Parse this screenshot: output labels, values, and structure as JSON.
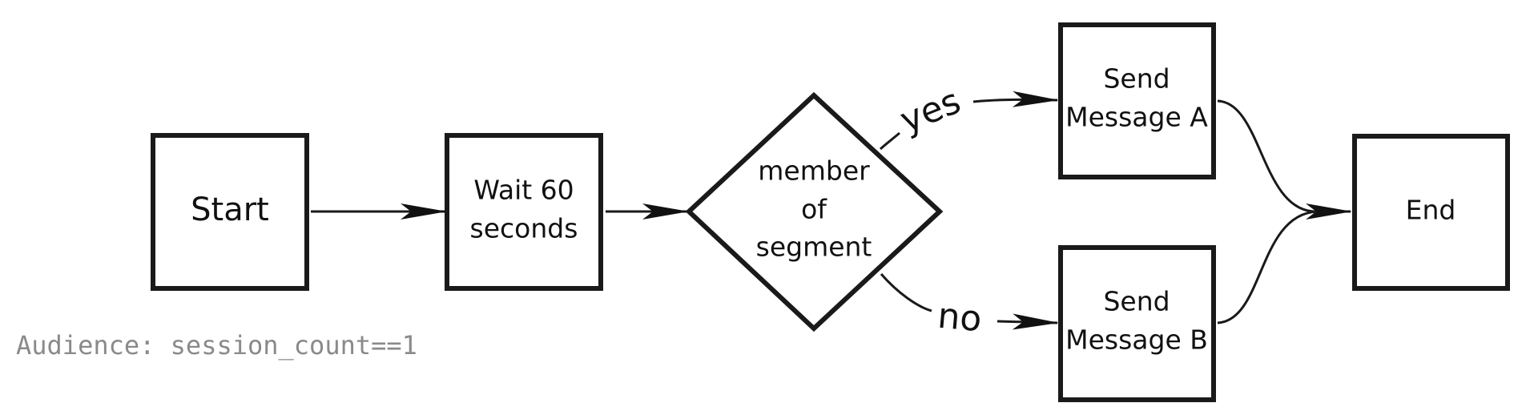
{
  "nodes": {
    "start": "Start",
    "wait_line1": "Wait 60",
    "wait_line2": "seconds",
    "decision_line1": "member",
    "decision_line2": "of",
    "decision_line3": "segment",
    "send_a_line1": "Send",
    "send_a_line2": "Message A",
    "send_b_line1": "Send",
    "send_b_line2": "Message B",
    "end": "End"
  },
  "edges": {
    "yes_label": "yes",
    "no_label": "no"
  },
  "audience_note": "Audience: session_count==1",
  "colors": {
    "stroke": "#1a1a1a",
    "note_text": "#8a8a8a"
  }
}
